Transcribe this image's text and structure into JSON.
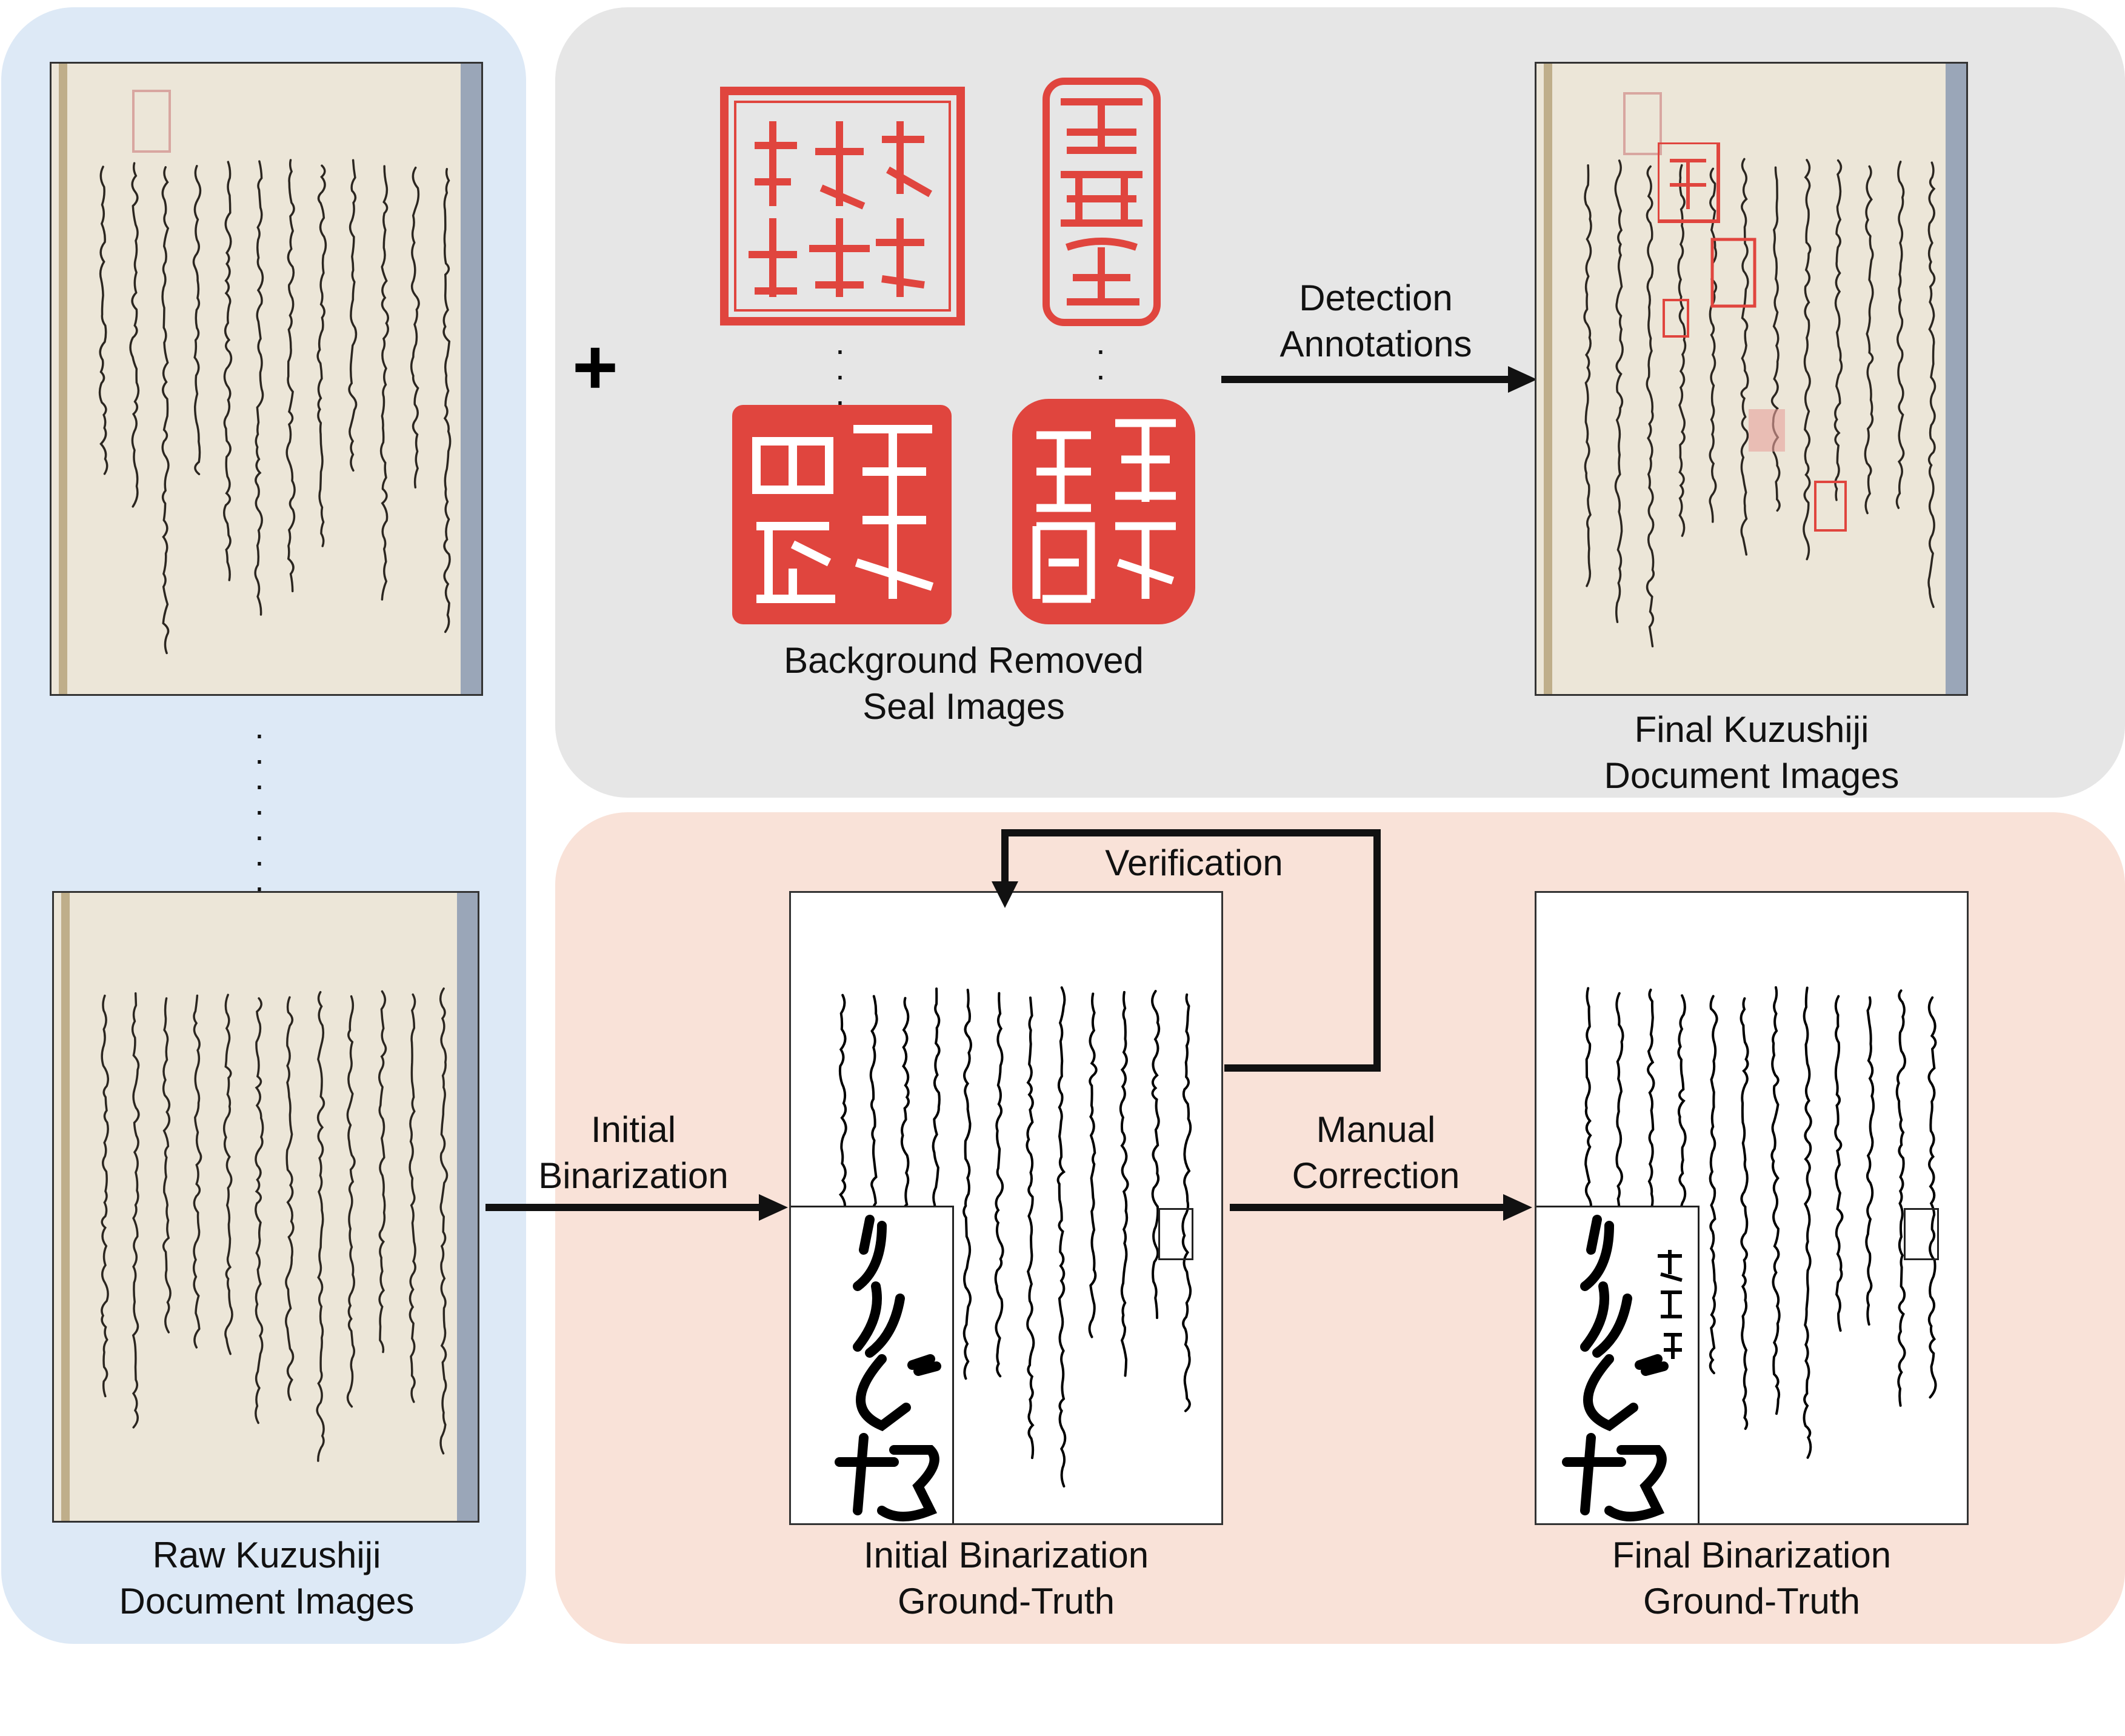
{
  "colors": {
    "left_panel": "#dde9f6",
    "top_panel": "#e6e6e6",
    "bottom_panel": "#f9e2d8",
    "seal_red": "#e0453e",
    "paper": "#ece6d8",
    "ink": "#111111"
  },
  "raw_docs": {
    "label_line1": "Raw Kuzushiji",
    "label_line2": "Document Images"
  },
  "seals": {
    "plus": "+",
    "label_line1": "Background Removed",
    "label_line2": "Seal Images"
  },
  "detection": {
    "label_line1": "Detection",
    "label_line2": "Annotations"
  },
  "final_docs": {
    "label_line1": "Final Kuzushiji",
    "label_line2": "Document Images"
  },
  "initial_binarization": {
    "label_line1": "Initial",
    "label_line2": "Binarization"
  },
  "verification": {
    "label": "Verification"
  },
  "initial_gt": {
    "label_line1": "Initial Binarization",
    "label_line2": "Ground-Truth"
  },
  "manual_correction": {
    "label_line1": "Manual",
    "label_line2": "Correction"
  },
  "final_gt": {
    "label_line1": "Final Binarization",
    "label_line2": "Ground-Truth"
  }
}
